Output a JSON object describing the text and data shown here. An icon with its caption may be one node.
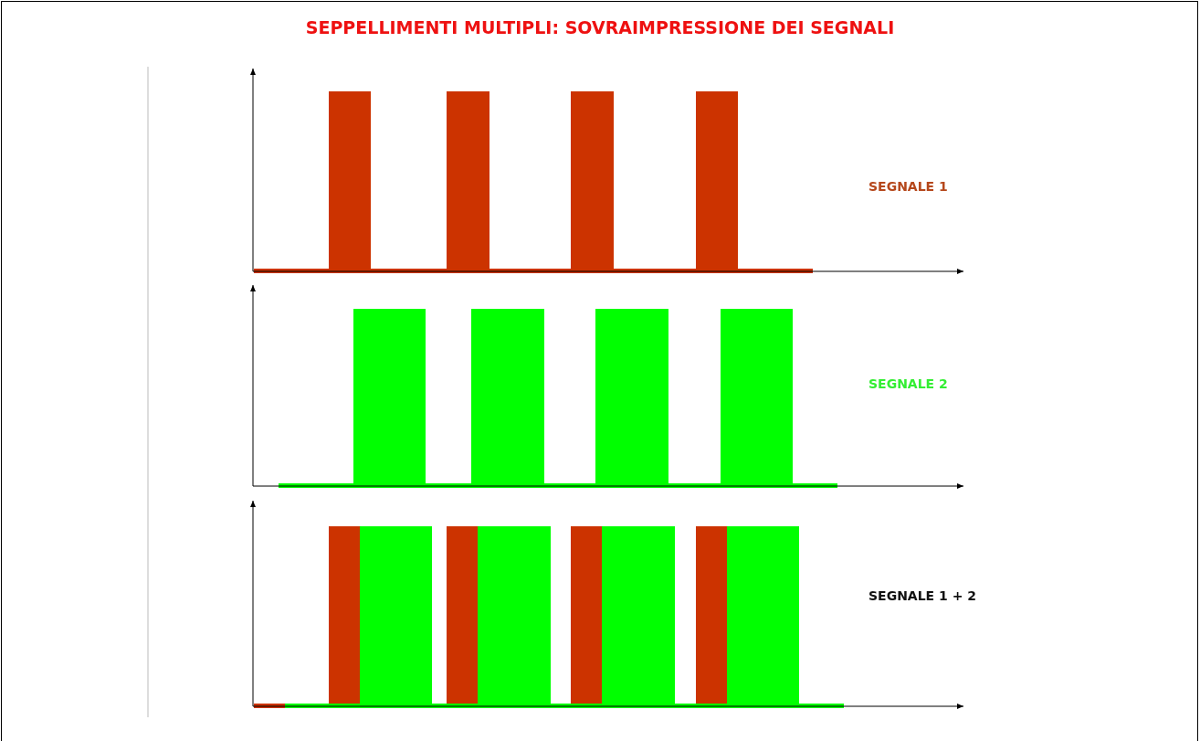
{
  "diagram": {
    "title": "SEPPELLIMENTI MULTIPLI: SOVRAIMPRESSIONE DEI SEGNALI",
    "labels": [
      "SEGNALE 1",
      "SEGNALE 2",
      "SEGNALE 1 + 2"
    ]
  }
}
